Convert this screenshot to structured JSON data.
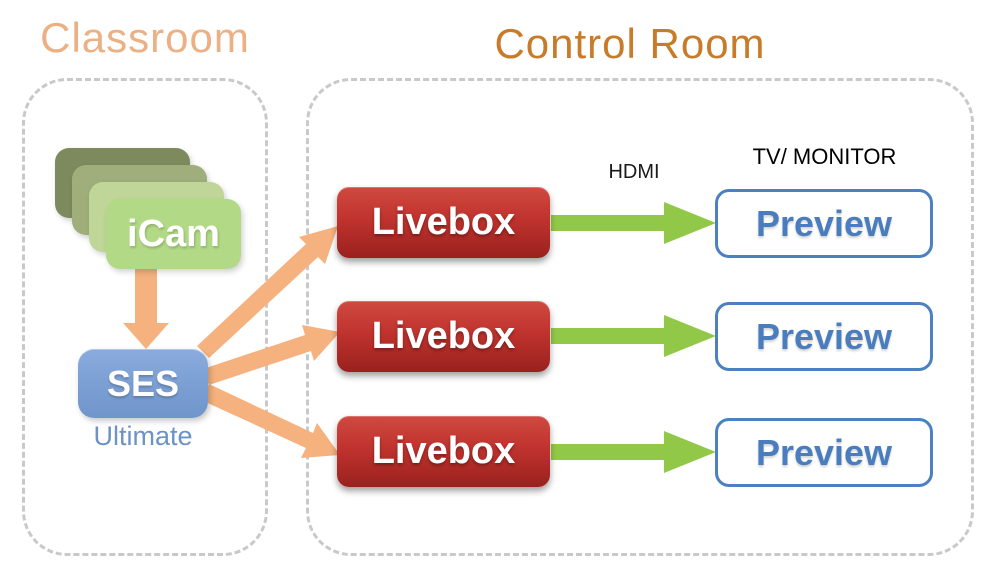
{
  "titles": {
    "classroom": "Classroom",
    "control_room": "Control Room"
  },
  "classroom": {
    "camera_label": "iCam",
    "camera_card_count": 4,
    "server_label": "SES",
    "server_sublabel": "Ultimate"
  },
  "control_room": {
    "cable_label": "HDMI",
    "display_caption": "TV/ MONITOR",
    "rows": [
      {
        "encoder_label": "Livebox",
        "display_label": "Preview"
      },
      {
        "encoder_label": "Livebox",
        "display_label": "Preview"
      },
      {
        "encoder_label": "Livebox",
        "display_label": "Preview"
      }
    ]
  },
  "colors": {
    "classroom_title": "#ebb185",
    "control_room_title": "#c87b28",
    "panel_dash": "#c9c9c9",
    "camera_card_greens": [
      "#7d8a5d",
      "#9fae7a",
      "#c0d698",
      "#b2d985"
    ],
    "server_blue": "#7b9fd3",
    "server_sublabel_blue": "#6b93c8",
    "flow_arrow_orange": "#f5b17e",
    "encoder_red_top": "#cf4a40",
    "encoder_red_bottom": "#9a211e",
    "signal_arrow_green": "#92c847",
    "display_border_blue": "#4b80c1",
    "label_black": "#000000"
  }
}
